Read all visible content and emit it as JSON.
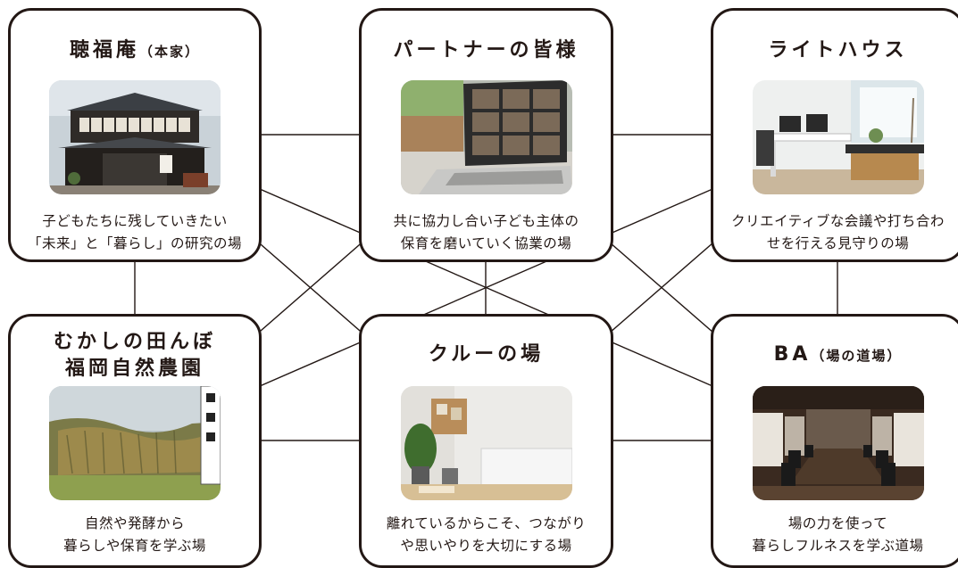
{
  "nodes": [
    {
      "id": "honke",
      "title": "聴福庵",
      "subtitle": "（本家）",
      "desc": [
        "子どもたちに残していきたい",
        "「未来」と「暮らし」の研究の場"
      ],
      "photo": "traditional-japanese-house-photo"
    },
    {
      "id": "partners",
      "title": "パートナーの皆様",
      "subtitle": "",
      "desc": [
        "共に協力し合い子ども主体の",
        "保育を磨いていく協業の場"
      ],
      "photo": "laptop-video-meeting-photo"
    },
    {
      "id": "lighthouse",
      "title": "ライトハウス",
      "subtitle": "",
      "desc": [
        "クリエイティブな会議や打ち合わ",
        "せを行える見守りの場"
      ],
      "photo": "bright-office-photo"
    },
    {
      "id": "tanbo",
      "title": "むかしの田んぼ",
      "title2": "福岡自然農園",
      "subtitle": "",
      "desc": [
        "自然や発酵から",
        "暮らしや保育を学ぶ場"
      ],
      "photo": "drying-rice-sheaves-photo"
    },
    {
      "id": "crew",
      "title": "クルーの場",
      "subtitle": "",
      "desc": [
        "離れているからこそ、つながり",
        "や思いやりを大切にする場"
      ],
      "photo": "home-desk-with-plant-photo"
    },
    {
      "id": "ba",
      "title": "BA",
      "subtitle": "（場の道場）",
      "desc": [
        "場の力を使って",
        "暮らしフルネスを学ぶ道場"
      ],
      "photo": "meeting-room-long-table-photo"
    }
  ],
  "connections": [
    [
      "honke",
      "partners"
    ],
    [
      "partners",
      "lighthouse"
    ],
    [
      "honke",
      "tanbo"
    ],
    [
      "lighthouse",
      "ba"
    ],
    [
      "tanbo",
      "crew"
    ],
    [
      "crew",
      "ba"
    ],
    [
      "partners",
      "crew"
    ],
    [
      "honke",
      "crew"
    ],
    [
      "honke",
      "ba"
    ],
    [
      "tanbo",
      "partners"
    ],
    [
      "tanbo",
      "lighthouse"
    ],
    [
      "partners",
      "ba"
    ],
    [
      "crew",
      "lighthouse"
    ]
  ],
  "colors": {
    "line": "#231815",
    "border": "#231815",
    "text": "#231815"
  }
}
